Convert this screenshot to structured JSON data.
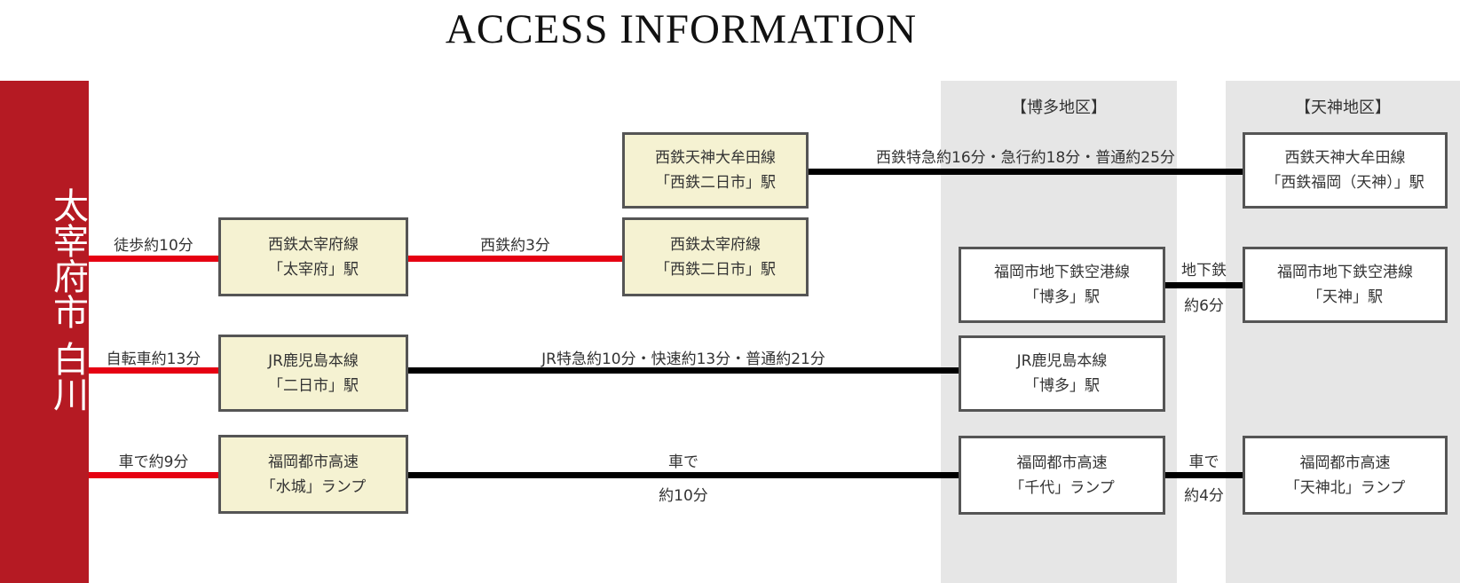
{
  "title": "ACCESS INFORMATION",
  "origin": "太宰府市 白川",
  "colors": {
    "origin": "#b51a23",
    "red_line": "#e60012",
    "box_tan": "#f5f2d2",
    "zone_gray": "#e6e6e6"
  },
  "zones": {
    "hakata": "【博多地区】",
    "tenjin": "【天神地区】"
  },
  "boxes": {
    "dazaifu": [
      "西鉄太宰府線",
      "「太宰府」駅"
    ],
    "futsukaichi_tenjin_line": [
      "西鉄天神大牟田線",
      "「西鉄二日市」駅"
    ],
    "futsukaichi_dazaifu_line": [
      "西鉄太宰府線",
      "「西鉄二日市」駅"
    ],
    "jr_futsukaichi": [
      "JR鹿児島本線",
      "「二日市」駅"
    ],
    "mizuki_ramp": [
      "福岡都市高速",
      "「水城」ランプ"
    ],
    "hakata_subway": [
      "福岡市地下鉄空港線",
      "「博多」駅"
    ],
    "jr_hakata": [
      "JR鹿児島本線",
      "「博多」駅"
    ],
    "chiyo_ramp": [
      "福岡都市高速",
      "「千代」ランプ"
    ],
    "nishitetsu_fukuoka": [
      "西鉄天神大牟田線",
      "「西鉄福岡（天神）」駅"
    ],
    "tenjin_subway": [
      "福岡市地下鉄空港線",
      "「天神」駅"
    ],
    "tenjin_kita_ramp": [
      "福岡都市高速",
      "「天神北」ランプ"
    ]
  },
  "routes": {
    "walk": "徒歩約10分",
    "nishitetsu_3": "西鉄約3分",
    "nishitetsu_express": "西鉄特急約16分・急行約18分・普通約25分",
    "bicycle": "自転車約13分",
    "jr": "JR特急約10分・快速約13分・普通約21分",
    "car_9": "車で約9分",
    "car_10_top": "車で",
    "car_10_bottom": "約10分",
    "subway_top": "地下鉄",
    "subway_bottom": "約6分",
    "car_4_top": "車で",
    "car_4_bottom": "約4分"
  }
}
